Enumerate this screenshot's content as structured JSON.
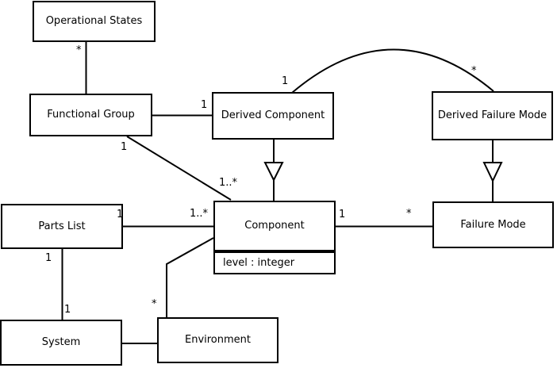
{
  "diagram": {
    "type": "uml-class-diagram",
    "colors": {
      "background": "#ffffff",
      "stroke": "#000000",
      "text": "#000000"
    },
    "classes": {
      "operational_states": {
        "name": "Operational States"
      },
      "functional_group": {
        "name": "Functional Group"
      },
      "derived_component": {
        "name": "Derived Component"
      },
      "derived_failure_mode": {
        "name": "Derived Failure Mode"
      },
      "parts_list": {
        "name": "Parts List"
      },
      "component": {
        "name": "Component",
        "attributes": [
          "level : integer"
        ]
      },
      "failure_mode": {
        "name": "Failure Mode"
      },
      "system": {
        "name": "System"
      },
      "environment": {
        "name": "Environment"
      }
    },
    "multiplicities": {
      "star_at_operational_states": "*",
      "one_at_derived_component_left": "1",
      "one_at_derived_component_top": "1",
      "star_at_derived_failure_mode_top": "*",
      "one_at_functional_group_bottom": "1",
      "one_star_at_component_top": "1..*",
      "one_star_at_component_left": "1..*",
      "one_at_parts_list_right": "1",
      "one_at_component_right": "1",
      "star_at_failure_mode_left": "*",
      "one_at_parts_list_bottom": "1",
      "one_at_system_top": "1",
      "star_at_environment_top": "*"
    },
    "relationships": [
      {
        "from": "Functional Group",
        "to": "Operational States",
        "type": "association",
        "to_multiplicity": "*"
      },
      {
        "from": "Functional Group",
        "to": "Derived Component",
        "type": "association",
        "to_multiplicity": "1"
      },
      {
        "from": "Derived Component",
        "to": "Derived Failure Mode",
        "type": "association",
        "from_multiplicity": "1",
        "to_multiplicity": "*"
      },
      {
        "from": "Functional Group",
        "to": "Component",
        "type": "association",
        "from_multiplicity": "1",
        "to_multiplicity": "1..*"
      },
      {
        "from": "Derived Component",
        "to": "Component",
        "type": "generalization"
      },
      {
        "from": "Derived Failure Mode",
        "to": "Failure Mode",
        "type": "generalization"
      },
      {
        "from": "Parts List",
        "to": "Component",
        "type": "association",
        "from_multiplicity": "1",
        "to_multiplicity": "1..*"
      },
      {
        "from": "Component",
        "to": "Failure Mode",
        "type": "association",
        "from_multiplicity": "1",
        "to_multiplicity": "*"
      },
      {
        "from": "Parts List",
        "to": "System",
        "type": "association",
        "from_multiplicity": "1",
        "to_multiplicity": "1"
      },
      {
        "from": "Component",
        "to": "Environment",
        "type": "association",
        "to_multiplicity": "*"
      },
      {
        "from": "System",
        "to": "Environment",
        "type": "association"
      }
    ]
  }
}
